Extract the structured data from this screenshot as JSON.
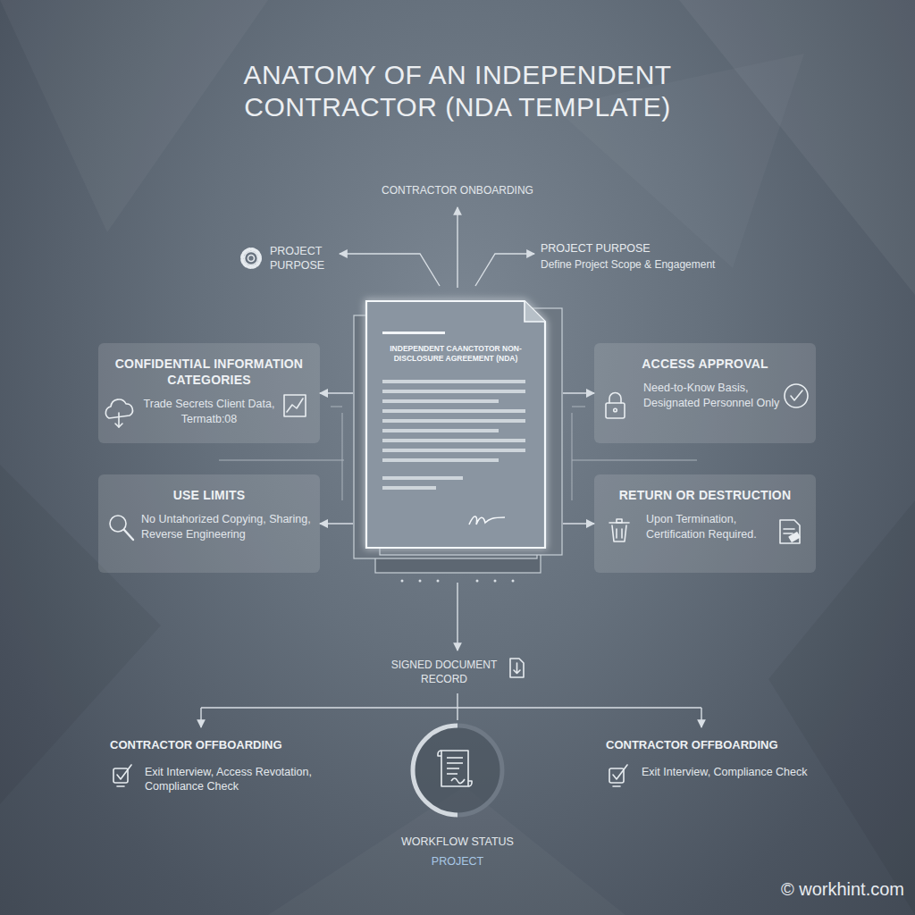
{
  "diagram": {
    "title": "ANATOMY OF AN INDEPENDENT CONTRACTOR (NDA TEMPLATE)",
    "nodes": [
      {
        "text": [
          "CONFIDENTIAL INFORMATION CATEGORIES",
          "Trade Secrets Client Data, Termatb:08"
        ]
      },
      {
        "text": [
          "INDEPENDENT CAANCTOTOR NON-DISCLOSURE AGREEMENT (NDA)"
        ]
      },
      {
        "text": [
          "ACCESS APPROVAL",
          "Need-to-Know Basis, Designated Personnel Only"
        ]
      },
      {
        "text": [
          "USE LIMITS",
          "No Untahorized Copying, Sharing, Reverse Engineering"
        ]
      },
      {
        "text": [
          "RETURN OR DESTRUCTION",
          "Upon Termination, Certification Required."
        ]
      }
    ],
    "edges": [
      {
        "from": 1,
        "to": 0,
        "arrow": "to"
      },
      {
        "from": 1,
        "to": 2,
        "arrow": "to"
      },
      {
        "from": 1,
        "to": 3,
        "arrow": "to"
      },
      {
        "from": 1,
        "to": 4,
        "arrow": "to"
      }
    ],
    "labels": [
      "CONTRACTOR ONBOARDING",
      "PROJECT PURPOSE",
      "PROJECT PURPOSE",
      "Define Project Scope & Engagement",
      "SIGNED DOCUMENT RECORD",
      "CONTRACTOR OFFBOARDING",
      "Exit Interview, Access Revotation, Compliance Check",
      "CONTRACTOR OFFBOARDING",
      "Exit Interview, Compliance Check",
      "WORKFLOW STATUS",
      "PROJECT",
      "© workhint.com"
    ]
  }
}
